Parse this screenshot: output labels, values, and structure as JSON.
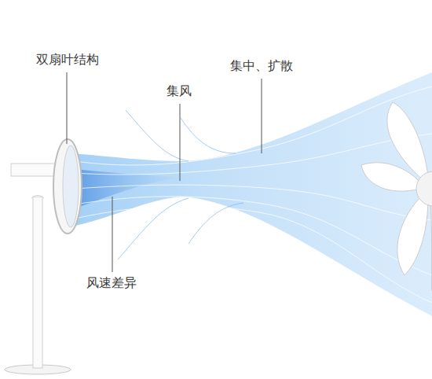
{
  "diagram": {
    "labels": [
      "双扇叶结构",
      "集风",
      "集中、扩散",
      "风速差异"
    ]
  }
}
